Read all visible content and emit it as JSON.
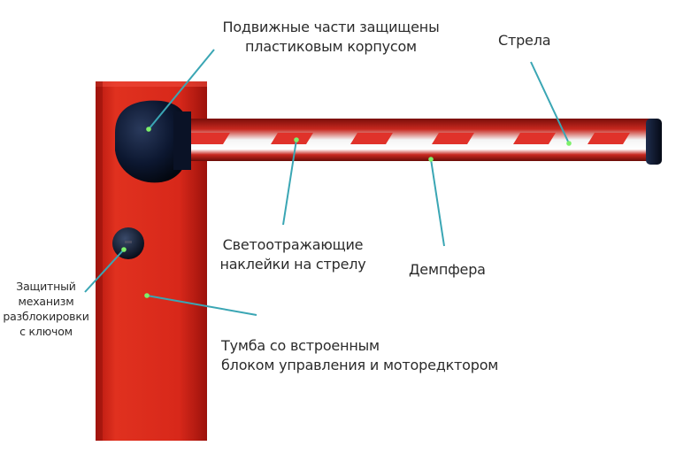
{
  "colors": {
    "cabinet": "#d9261c",
    "cabinet_dark": "#a8140e",
    "boom_red": "#c8281f",
    "stripe": "#e0322a",
    "cap": "#0c1730",
    "leader": "#3aa6b4",
    "dot": "#7cf06a"
  },
  "labels": {
    "moving_parts": "Подвижные части защищены\nпластиковым корпусом",
    "boom": "Стрела",
    "stickers": "Светоотражающие\nнаклейки на стрелу",
    "damper": "Демпфера",
    "lock": "Защитный\nмеханизм\nразблокировки\nс ключом",
    "cabinet": "Тумба со встроенным\nблоком управления и моторедктором"
  }
}
